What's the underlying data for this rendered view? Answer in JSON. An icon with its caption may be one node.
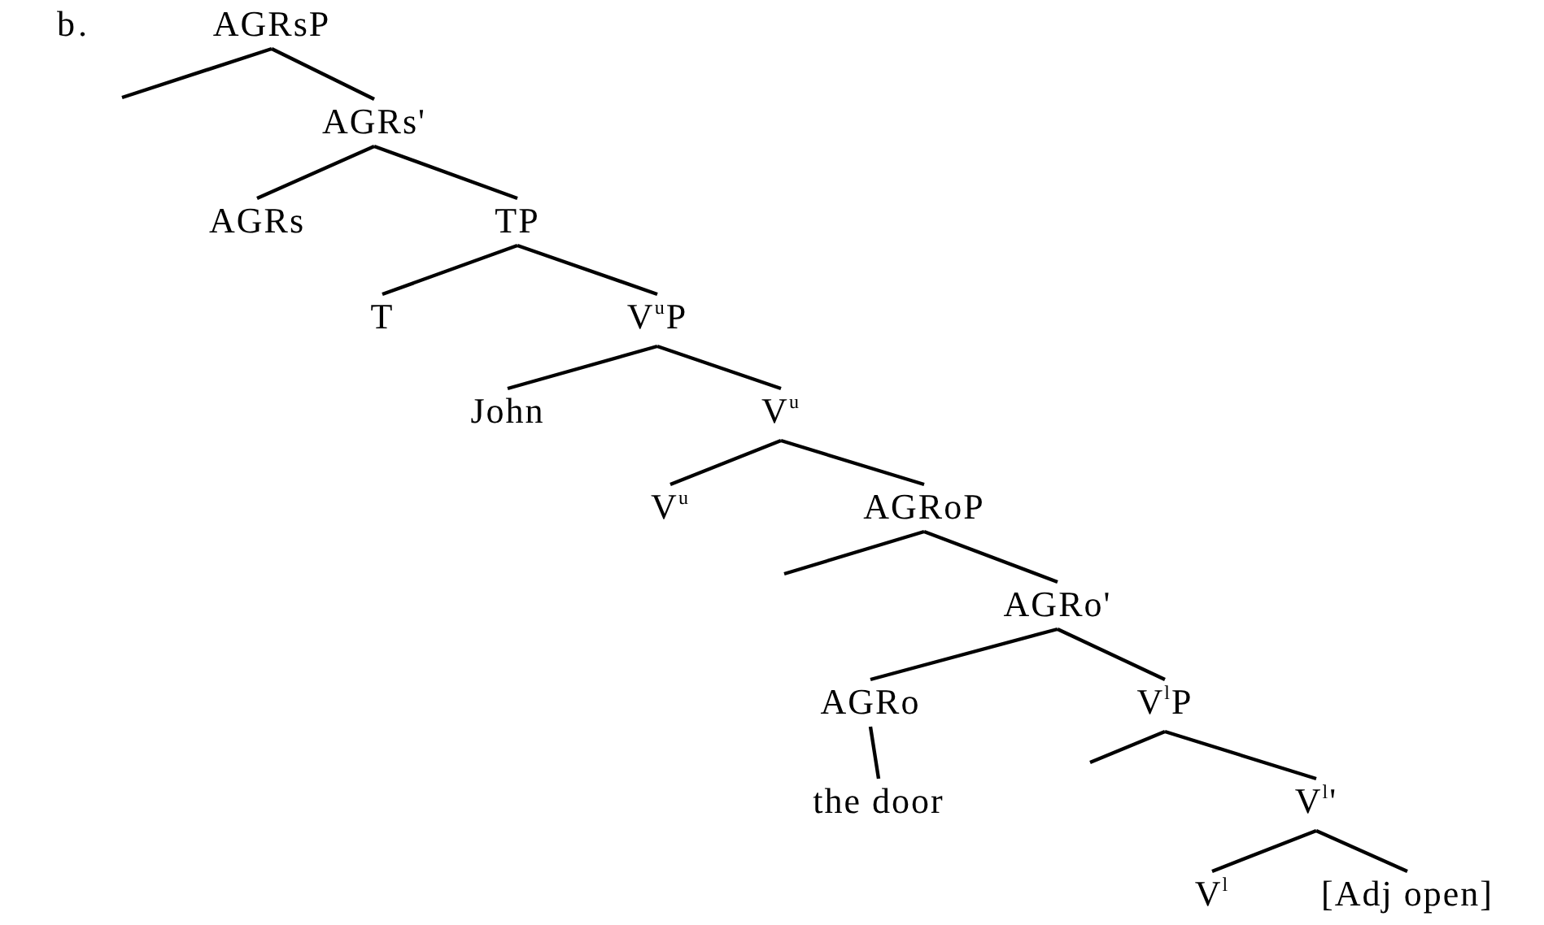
{
  "diagram": {
    "nodes": [
      {
        "text": [
          "AGRsP"
        ]
      },
      {
        "text": [
          "AGRs'"
        ]
      },
      {
        "text": [
          "AGRs"
        ]
      },
      {
        "text": [
          "TP"
        ]
      },
      {
        "text": [
          "T"
        ]
      },
      {
        "text": [
          "V$^{u}$P"
        ]
      },
      {
        "text": [
          "John"
        ]
      },
      {
        "text": [
          "V$^{u}$"
        ]
      },
      {
        "text": [
          "V$^{u}$"
        ]
      },
      {
        "text": [
          "AGRoP"
        ]
      },
      {
        "text": [
          "AGRo'"
        ]
      },
      {
        "text": [
          "AGRo"
        ]
      },
      {
        "text": [
          "the door"
        ]
      },
      {
        "text": [
          "V$^{l}$P"
        ]
      },
      {
        "text": [
          "V$^{l}$'"
        ]
      },
      {
        "text": [
          "V$^{l}$"
        ]
      },
      {
        "text": [
          "[Adj open]"
        ]
      }
    ],
    "edges": [
      {
        "from": 0,
        "to": null,
        "arrow": "none"
      },
      {
        "from": 0,
        "to": 1,
        "arrow": "none"
      },
      {
        "from": 1,
        "to": 2,
        "arrow": "none"
      },
      {
        "from": 1,
        "to": 3,
        "arrow": "none"
      },
      {
        "from": 3,
        "to": 4,
        "arrow": "none"
      },
      {
        "from": 3,
        "to": 5,
        "arrow": "none"
      },
      {
        "from": 5,
        "to": 6,
        "arrow": "none"
      },
      {
        "from": 5,
        "to": 7,
        "arrow": "none"
      },
      {
        "from": 7,
        "to": 8,
        "arrow": "none"
      },
      {
        "from": 7,
        "to": 9,
        "arrow": "none"
      },
      {
        "from": 9,
        "to": null,
        "arrow": "none"
      },
      {
        "from": 9,
        "to": 10,
        "arrow": "none"
      },
      {
        "from": 10,
        "to": 11,
        "arrow": "none"
      },
      {
        "from": 10,
        "to": 13,
        "arrow": "none"
      },
      {
        "from": 11,
        "to": 12,
        "arrow": "none"
      },
      {
        "from": 13,
        "to": null,
        "arrow": "none"
      },
      {
        "from": 13,
        "to": 14,
        "arrow": "none"
      },
      {
        "from": 14,
        "to": 15,
        "arrow": "none"
      },
      {
        "from": 14,
        "to": 16,
        "arrow": "none"
      }
    ],
    "labels": [
      "b."
    ]
  }
}
